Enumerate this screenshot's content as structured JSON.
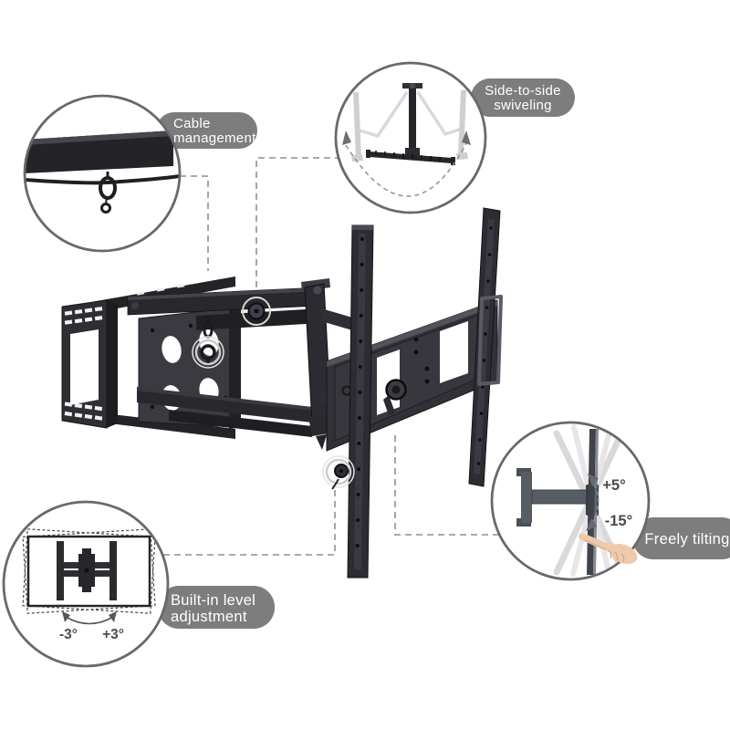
{
  "callouts": {
    "cable_management": {
      "line1": "Cable",
      "line2": "management",
      "icon": "cable-hook-closeup"
    },
    "side_to_side": {
      "line1": "Side-to-side",
      "line2": "swiveling",
      "icon": "swivel-top-view"
    },
    "level_adjustment": {
      "line1": "Built-in level",
      "line2": "adjustment",
      "angle_left": "-3°",
      "angle_right": "+3°",
      "icon": "level-rotation-view"
    },
    "freely_tilting": {
      "label": "Freely tilting",
      "angle_up": "+5°",
      "angle_down": "-15°",
      "icon": "tilt-side-view"
    }
  },
  "colors": {
    "pill_bg": "#7d7d7d",
    "pill_text": "#ffffff",
    "circle_border": "#67696c",
    "connector": "#8f8f8f",
    "product_dark": "#28282c",
    "ghost_gray": "#d9d9db",
    "angle_text": "#4b4b50",
    "hand_skin": "#eec9ab"
  }
}
